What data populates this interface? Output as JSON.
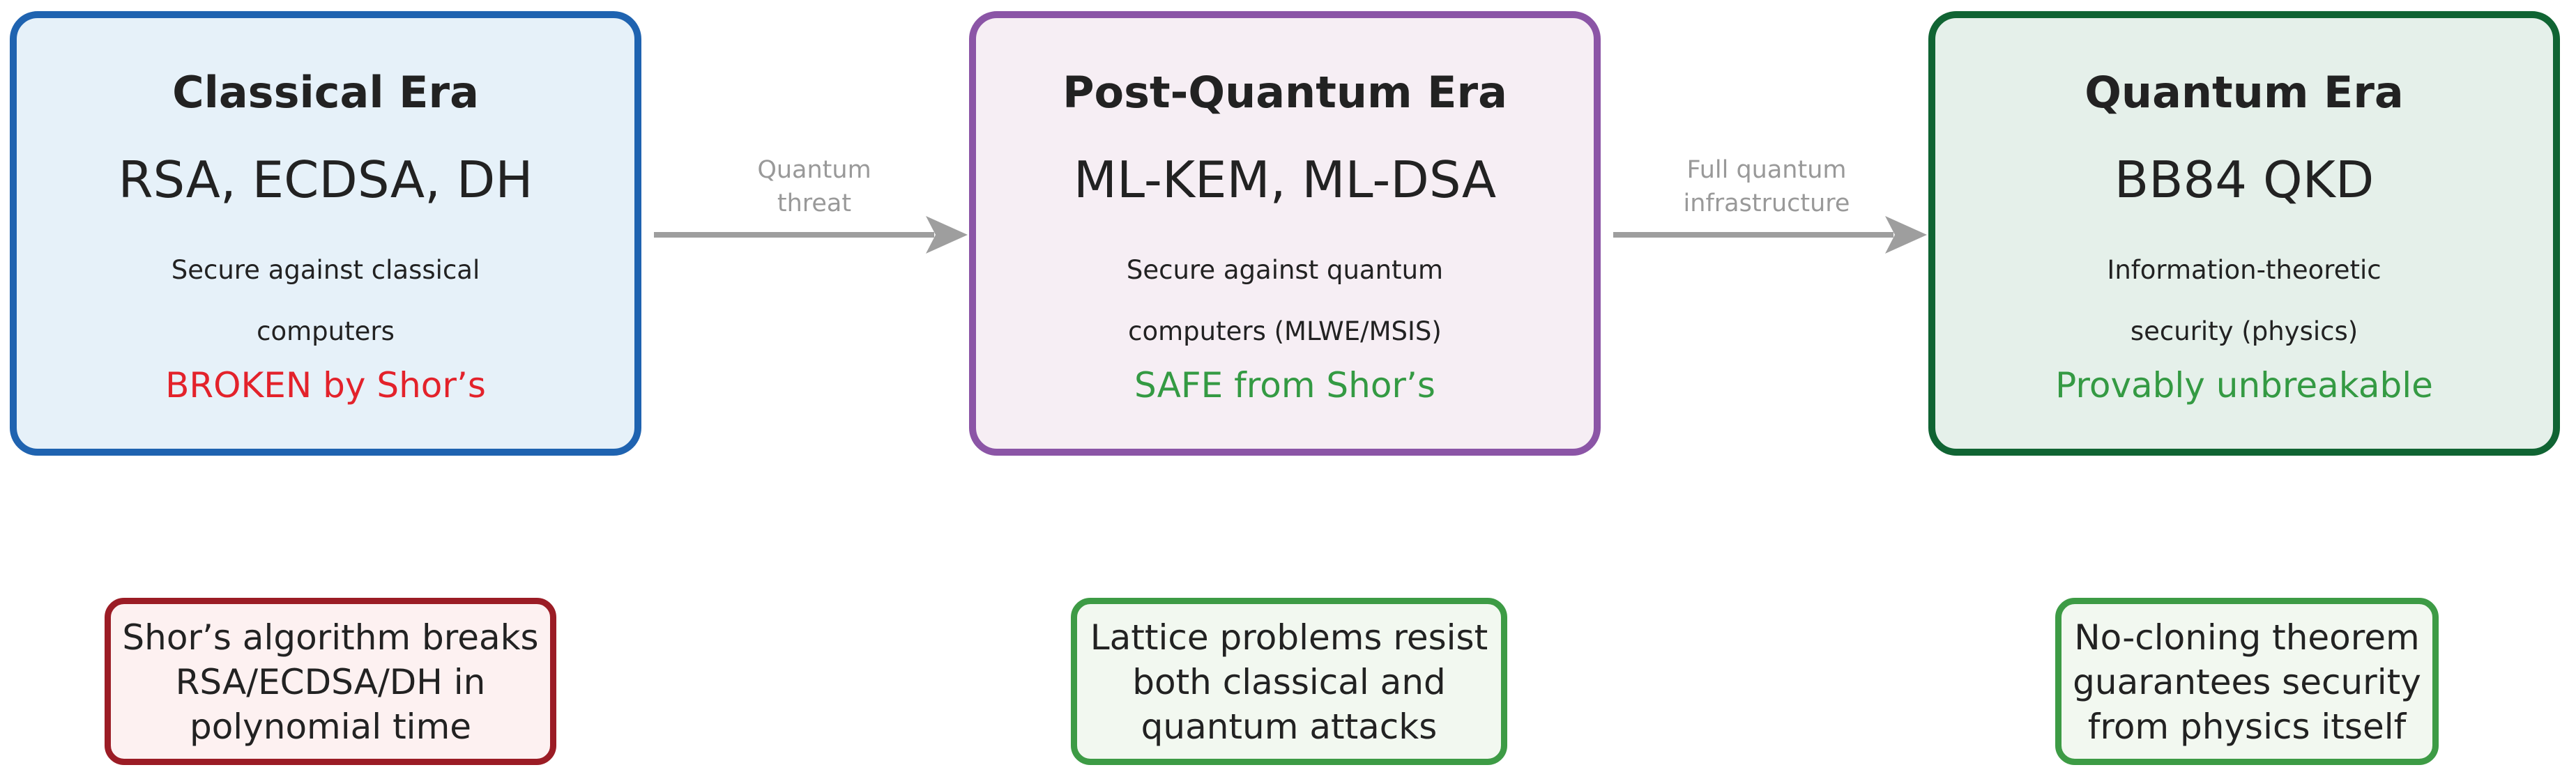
{
  "eras": [
    {
      "title": "Classical Era",
      "algorithms": "RSA, ECDSA, DH",
      "desc_line1": "Secure against classical",
      "desc_line2": "computers",
      "status": "BROKEN by Shor’s",
      "colors": {
        "border": "#1f63b0",
        "fill": "#e6f1f9",
        "status": "#e3222b"
      }
    },
    {
      "title": "Post-Quantum Era",
      "algorithms": "ML-KEM, ML-DSA",
      "desc_line1": "Secure against quantum",
      "desc_line2": "computers (MLWE/MSIS)",
      "status": "SAFE from Shor’s",
      "colors": {
        "border": "#8b55a6",
        "fill": "#f6eef4",
        "status": "#349a43"
      }
    },
    {
      "title": "Quantum Era",
      "algorithms": "BB84 QKD",
      "desc_line1": "Information-theoretic",
      "desc_line2": "security (physics)",
      "status": "Provably unbreakable",
      "colors": {
        "border": "#106433",
        "fill": "#e5f0ea",
        "status": "#349a43"
      }
    }
  ],
  "transitions": [
    {
      "label_line1": "Quantum",
      "label_line2": "threat"
    },
    {
      "label_line1": "Full quantum",
      "label_line2": "infrastructure"
    }
  ],
  "notes": [
    {
      "line1": "Shor’s algorithm breaks",
      "line2": "RSA/ECDSA/DH in",
      "line3": "polynomial time",
      "colors": {
        "border": "#9b1c25",
        "fill": "#fdf1f1"
      }
    },
    {
      "line1": "Lattice problems resist",
      "line2": "both classical and",
      "line3": "quantum attacks",
      "colors": {
        "border": "#3d9b45",
        "fill": "#f2f8f0"
      }
    },
    {
      "line1": "No-cloning theorem",
      "line2": "guarantees security",
      "line3": "from physics itself",
      "colors": {
        "border": "#3d9b45",
        "fill": "#f2f8f0"
      }
    }
  ],
  "arrow_color": "#9e9e9e"
}
